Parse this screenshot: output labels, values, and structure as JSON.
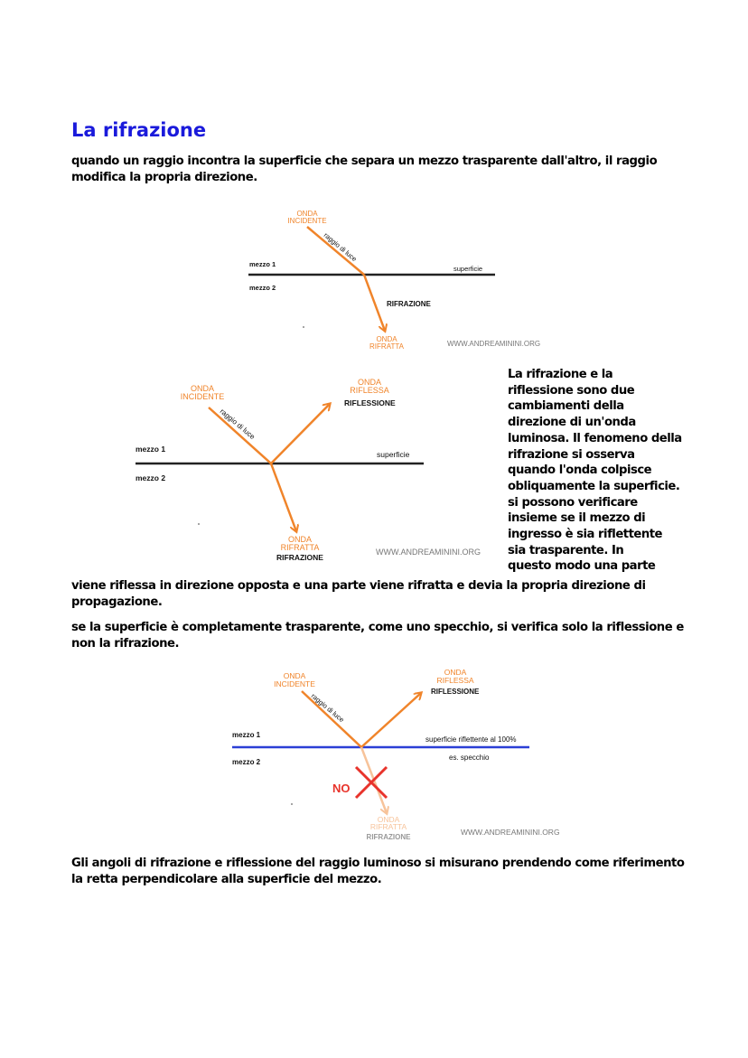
{
  "title": "La rifrazione",
  "paragraphs": {
    "p1": "quando un raggio incontra la superficie che separa un mezzo trasparente dall'altro, il raggio modifica la propria direzione.",
    "side_lines": [
      "La rifrazione e la",
      "riflessione sono due",
      "cambiamenti della",
      "direzione di un'onda",
      "luminosa. Il fenomeno della",
      "rifrazione si osserva",
      "quando l'onda colpisce",
      "obliquamente la superficie.",
      "si possono verificare",
      "insieme se il mezzo di",
      "ingresso è sia riflettente",
      "sia trasparente. In",
      "questo modo una parte"
    ],
    "p2": "viene riflessa in direzione opposta e una parte viene rifratta e devia la propria direzione di propagazione.",
    "p3": "se la superficie è completamente trasparente, come uno specchio, si verifica solo la riflessione e non la rifrazione.",
    "p4": "Gli angoli di rifrazione e riflessione del raggio luminoso si misurano prendendo come riferimento la retta perpendicolare alla superficie del mezzo."
  },
  "diagram1": {
    "incident_1": "ONDA",
    "incident_2": "INCIDENTE",
    "ray_label": "raggio di luce",
    "medium1": "mezzo 1",
    "medium2": "mezzo 2",
    "surface": "superficie",
    "process": "RIFRAZIONE",
    "refracted_1": "ONDA",
    "refracted_2": "RIFRATTA",
    "watermark": "WWW.ANDREAMININI.ORG"
  },
  "diagram2": {
    "incident_1": "ONDA",
    "incident_2": "INCIDENTE",
    "ray_label": "raggio di luce",
    "reflected_1": "ONDA",
    "reflected_2": "RIFLESSA",
    "reflection": "RIFLESSIONE",
    "medium1": "mezzo 1",
    "medium2": "mezzo 2",
    "surface": "superficie",
    "refracted_1": "ONDA",
    "refracted_2": "RIFRATTA",
    "refraction": "RIFRAZIONE",
    "watermark": "WWW.ANDREAMININI.ORG"
  },
  "diagram3": {
    "incident_1": "ONDA",
    "incident_2": "INCIDENTE",
    "ray_label": "raggio di luce",
    "reflected_1": "ONDA",
    "reflected_2": "RIFLESSA",
    "reflection": "RIFLESSIONE",
    "medium1": "mezzo 1",
    "medium2": "mezzo 2",
    "surface": "superficie riflettente al 100%",
    "mirror": "es. specchio",
    "no_label": "NO",
    "refracted_1": "ONDA",
    "refracted_2": "RIFRATTA",
    "refraction": "RIFRAZIONE",
    "watermark": "WWW.ANDREAMININI.ORG"
  },
  "colors": {
    "title": "#1a1adb",
    "ray": "#f0842a",
    "ray_faded": "#f7c39a",
    "mirror_line": "#2b3fd6",
    "cross": "#e8332b"
  }
}
